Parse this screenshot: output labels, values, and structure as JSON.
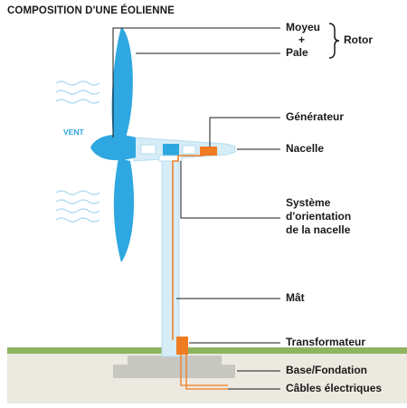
{
  "title": "COMPOSITION D'UNE ÉOLIENNE",
  "wind_label": "VENT",
  "labels": {
    "moyeu": "Moyeu",
    "plus": "+",
    "pale": "Pale",
    "rotor": "Rotor",
    "generateur": "Générateur",
    "nacelle": "Nacelle",
    "systeme_1": "Système",
    "systeme_2": "d'orientation",
    "systeme_3": "de la nacelle",
    "mat": "Mât",
    "transformateur": "Transformateur",
    "fondation": "Base/Fondation",
    "cables": "Câbles électriques"
  },
  "colors": {
    "blade": "#2fa7e0",
    "tower": "#d6ecf7",
    "tower_stroke": "#9fd0ea",
    "component": "#ef7b22",
    "ground": "#8db45f",
    "soil": "#ece9e1",
    "foundation": "#c7c7c1",
    "leader": "#1a1a1a"
  }
}
